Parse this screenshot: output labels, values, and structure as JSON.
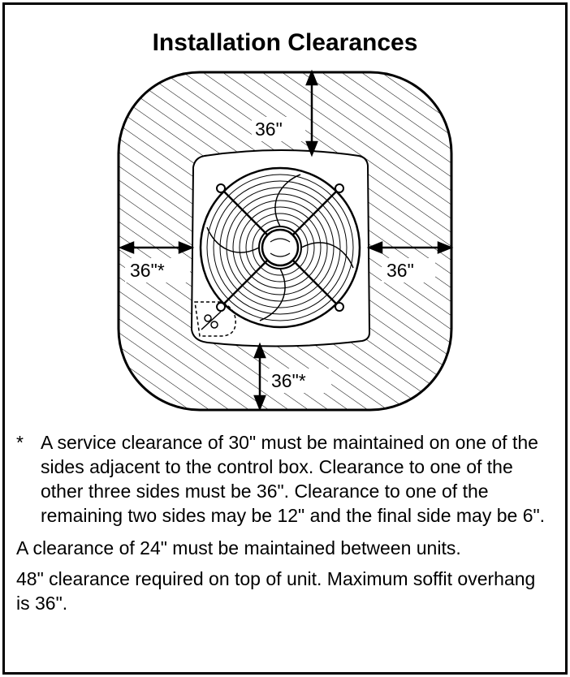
{
  "title": "Installation Clearances",
  "clearances": {
    "top": "36\"",
    "left": "36\"*",
    "right": "36\"",
    "bottom": "36\"*"
  },
  "notes": {
    "asterisk_marker": "*",
    "asterisk_note": "A service clearance of 30\" must be maintained on one of the sides adjacent to the control box. Clearance to one of the other three sides must be 36\". Clearance to one of the remaining two sides may be 12\" and the final side may be 6\".",
    "between_units": "A clearance of 24\" must be maintained between units.",
    "top_clearance": "48\" clearance required on top of unit. Maximum soffit overhang is 36\"."
  }
}
